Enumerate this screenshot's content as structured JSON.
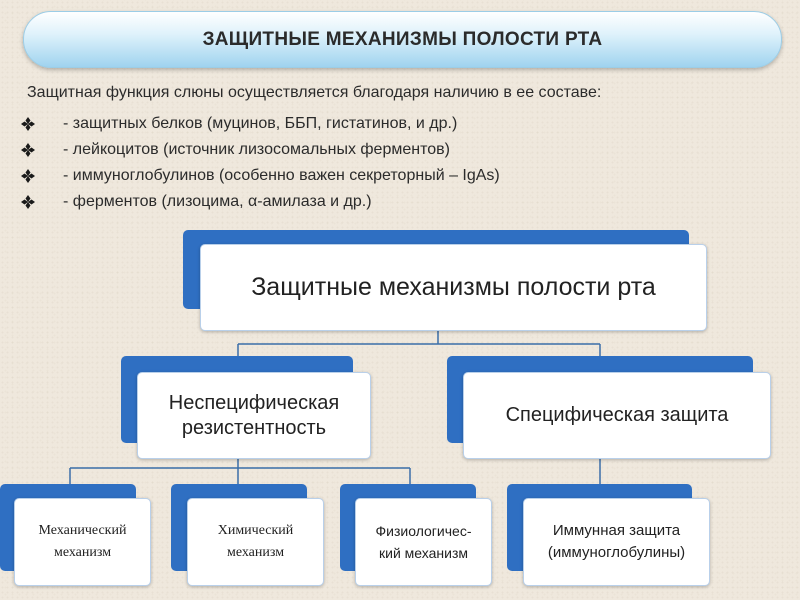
{
  "slide": {
    "title": "ЗАЩИТНЫЕ МЕХАНИЗМЫ ПОЛОСТИ РТА",
    "intro": "Защитная функция слюны осуществляется благодаря наличию в ее составе:",
    "bullets": [
      "- защитных белков (муцинов, ББП, гистатинов, и др.)",
      "- лейкоцитов (источник лизосомальных ферментов)",
      "- иммуноглобулинов (особенно важен секреторный – IgAs)",
      "- ферментов (лизоцима, α-амилаза и др.)"
    ],
    "bullet_icon": "diamond-cluster-icon"
  },
  "diagram": {
    "root": "Защитные механизмы полости рта",
    "nonspecific": {
      "line1": "Неспецифическая",
      "line2": "резистентность"
    },
    "specific": "Специфическая защита",
    "leaves": {
      "mechanical": {
        "line1": "Механический",
        "line2": "механизм"
      },
      "chemical": {
        "line1": "Химический",
        "line2": "механизм"
      },
      "physiological": {
        "line1": "Физиологичес-",
        "line2": "кий механизм"
      },
      "immune": {
        "line1": "Иммунная защита",
        "line2": "(иммуноглобулины)"
      }
    }
  },
  "colors": {
    "accent_blue": "#2f6fc2",
    "connector": "#3a6ea8",
    "title_bar_light": "#dff2fb",
    "title_bar_dark": "#9fd3ef",
    "background": "#efe8dd"
  }
}
